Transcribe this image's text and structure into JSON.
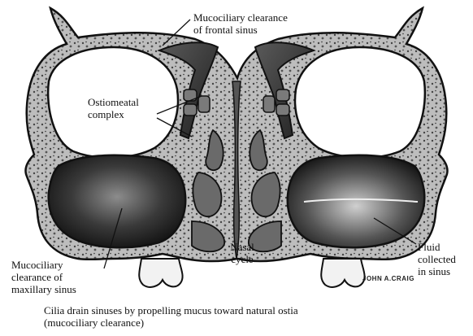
{
  "labels": {
    "frontal": [
      "Mucociliary clearance",
      "of frontal sinus"
    ],
    "ostiomeatal": [
      "Ostiomeatal",
      "complex"
    ],
    "nasal": [
      "Nasal",
      "cycle"
    ],
    "maxillary": [
      "Mucociliary",
      "clearance of",
      "maxillary sinus"
    ],
    "fluid": [
      "Fluid",
      "collected",
      "in sinus"
    ]
  },
  "signature": "JOHN A.CRAIG",
  "caption": [
    "Cilia drain sinuses by propelling mucus toward natural ostia",
    "(mucociliary clearance)"
  ]
}
